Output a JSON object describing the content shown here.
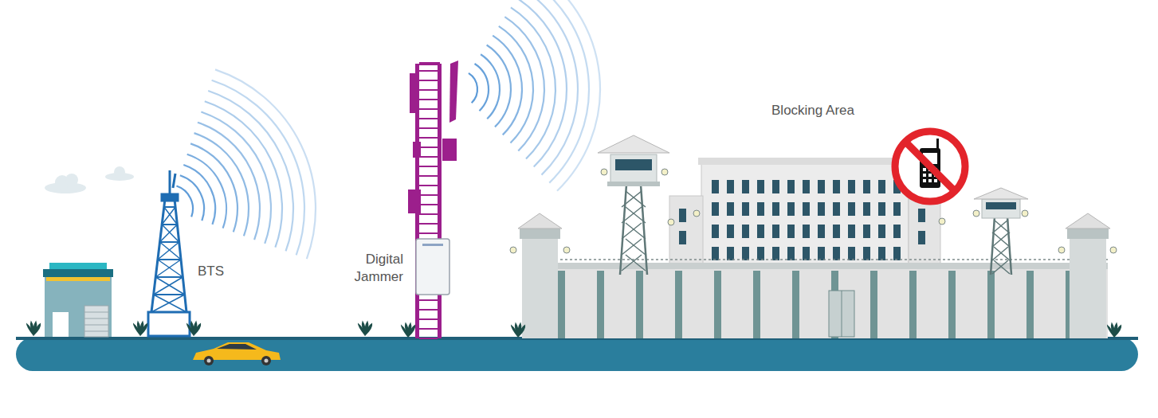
{
  "diagram": {
    "labels": [
      "BTS",
      "Digital Jammer",
      "Blocking Area"
    ]
  }
}
